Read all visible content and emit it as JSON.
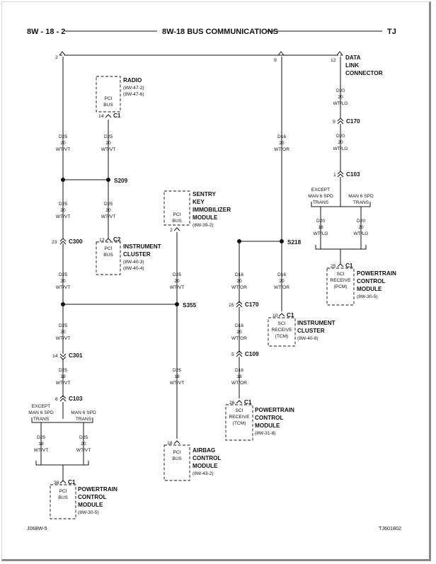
{
  "header": {
    "page_number": "8W - 18 - 2",
    "title": "8W-18 BUS COMMUNICATIONS",
    "model": "TJ"
  },
  "footer": {
    "left_code": "J068W-5",
    "right_code": "TJ601802"
  },
  "data_link_connector": {
    "name_lines": [
      "DATA",
      "LINK",
      "CONNECTOR"
    ],
    "pin": "12"
  },
  "top_bus": {
    "left_pin": "2",
    "mid_pin": "9"
  },
  "wires": {
    "dlc_down": [
      "D20",
      "20",
      "WT/LG"
    ],
    "dlc_c170_down": [
      "D20",
      "20",
      "WT/LG"
    ],
    "left_top": [
      "D25",
      "20",
      "WT/VT"
    ],
    "radio_down": [
      "D25",
      "20",
      "WT/VT"
    ],
    "mid_top": [
      "D16",
      "20",
      "WT/OR"
    ],
    "left_mid": [
      "D25",
      "20",
      "WT/VT"
    ],
    "cluster_pci": [
      "D25",
      "20",
      "WT/VT"
    ],
    "skim_down": [
      "D25",
      "20",
      "WT/VT"
    ],
    "d16_left": [
      "D16",
      "20",
      "WT/OR"
    ],
    "d16_right": [
      "D16",
      "20",
      "WT/OR"
    ],
    "left_c300_down": [
      "D25",
      "20",
      "WT/VT"
    ],
    "left_s355_down": [
      "D25",
      "20",
      "WT/VT"
    ],
    "d16_c170_down": [
      "D16",
      "20",
      "WT/OR"
    ],
    "left_c301_down": [
      "D25",
      "18",
      "WT/VT"
    ],
    "airbag_wire": [
      "D25",
      "18",
      "WT/VT"
    ],
    "d16_c109_down": [
      "D16",
      "18",
      "WT/OR"
    ],
    "c103_right_except": [
      "D20",
      "18",
      "WT/LG"
    ],
    "c103_right_man6": [
      "D20",
      "20",
      "WT/LG"
    ],
    "c103_left_except": [
      "D25",
      "18",
      "WT/VT"
    ],
    "c103_left_man6": [
      "D25",
      "20",
      "WT/VT"
    ]
  },
  "connectors": {
    "c170_right": {
      "pin": "9",
      "label": "C170"
    },
    "c103_right": {
      "pin": "1",
      "label": "C103"
    },
    "c300": {
      "pin": "23",
      "label": "C300"
    },
    "c170_mid": {
      "pin": "15",
      "label": "C170"
    },
    "c301": {
      "pin": "14",
      "label": "C301"
    },
    "c109": {
      "pin": "5",
      "label": "C109"
    },
    "c103_left": {
      "pin": "6",
      "label": "C103"
    }
  },
  "splices": {
    "s209": "S209",
    "s218": "S218",
    "s355": "S355"
  },
  "transmission_options": {
    "except_man6": [
      "EXCEPT",
      "MAN 6 SPD",
      "TRANS"
    ],
    "man6": [
      "MAN 6 SPD",
      "TRANS"
    ]
  },
  "modules": {
    "radio": {
      "name_lines": [
        "RADIO"
      ],
      "refs": [
        "(8W-47-2)",
        "(8W-47-6)"
      ],
      "box_lines": [
        "PCI",
        "BUS"
      ],
      "pin": "14",
      "conn": "C1"
    },
    "sentry_key": {
      "name_lines": [
        "SENTRY",
        "KEY",
        "IMMOBILIZER",
        "MODULE"
      ],
      "refs": [
        "(8W-39-2)"
      ],
      "box_lines": [
        "PCI",
        "BUS"
      ],
      "pin": "2"
    },
    "instrument_cluster_pci": {
      "name_lines": [
        "INSTRUMENT",
        "CLUSTER"
      ],
      "refs": [
        "(8W-40-3)",
        "(8W-40-4)"
      ],
      "box_lines": [
        "PCI",
        "BUS"
      ],
      "pin": "12",
      "conn": "C2"
    },
    "instrument_cluster_sci": {
      "name_lines": [
        "INSTRUMENT",
        "CLUSTER"
      ],
      "refs": [
        "(8W-40-8)"
      ],
      "box_lines": [
        "SCI",
        "RECEIVE",
        "(TCM)"
      ],
      "pin": "10",
      "conn": "C1"
    },
    "pcm_sci_right": {
      "name_lines": [
        "POWERTRAIN",
        "CONTROL",
        "MODULE"
      ],
      "refs": [
        "(8W-30-5)"
      ],
      "box_lines": [
        "SCI",
        "RECEIVE",
        "(PCM)"
      ],
      "pin": "25",
      "conn": "C1"
    },
    "pcm_sci_tcm": {
      "name_lines": [
        "POWERTRAIN",
        "CONTROL",
        "MODULE"
      ],
      "refs": [
        "(8W-31-8)"
      ],
      "box_lines": [
        "SCI",
        "RECEIVE",
        "(TCM)"
      ],
      "pin": "26",
      "conn": "C1"
    },
    "airbag": {
      "name_lines": [
        "AIRBAG",
        "CONTROL",
        "MODULE"
      ],
      "refs": [
        "(8W-43-2)"
      ],
      "box_lines": [
        "PCI",
        "BUS"
      ],
      "pin": "18"
    },
    "pcm_pci_left": {
      "name_lines": [
        "POWERTRAIN",
        "CONTROL",
        "MODULE"
      ],
      "refs": [
        "(8W-30-5)"
      ],
      "box_lines": [
        "PCI",
        "BUS"
      ],
      "pin": "38",
      "conn": "C1"
    }
  }
}
